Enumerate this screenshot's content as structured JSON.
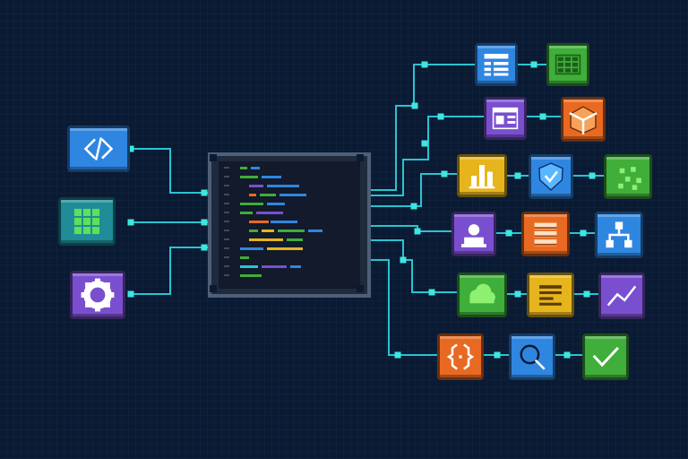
{
  "colors": {
    "background": "#0b1a33",
    "grid": "#13284a",
    "wire": "#29c4cf",
    "node_dot": "#3ee6e0",
    "code_panel": "#121a2b",
    "code_border": "#4e5f78",
    "blue": "#2f86e0",
    "green": "#3fae3a",
    "purple": "#7a4fcf",
    "orange": "#e86a22",
    "yellow": "#e6b51e",
    "teal": "#1f8c98",
    "code_line_colors": [
      "#3fae3a",
      "#2f86e0",
      "#7a4fcf",
      "#e86a22",
      "#e6b51e",
      "#2bc4d6"
    ]
  },
  "diagram": {
    "inputs": [
      {
        "name": "code-tag-icon",
        "color": "blue"
      },
      {
        "name": "grid-icon",
        "color": "teal"
      },
      {
        "name": "gear-icon",
        "color": "purple"
      }
    ],
    "outputs": [
      {
        "name": "table-icon",
        "color": "blue"
      },
      {
        "name": "spreadsheet-icon",
        "color": "green"
      },
      {
        "name": "layout-icon",
        "color": "purple"
      },
      {
        "name": "package-box-icon",
        "color": "orange"
      },
      {
        "name": "bar-chart-icon",
        "color": "yellow"
      },
      {
        "name": "shield-icon",
        "color": "blue"
      },
      {
        "name": "cluster-icon",
        "color": "green"
      },
      {
        "name": "user-icon",
        "color": "purple"
      },
      {
        "name": "database-icon",
        "color": "orange"
      },
      {
        "name": "network-icon",
        "color": "blue"
      },
      {
        "name": "cloud-icon",
        "color": "green"
      },
      {
        "name": "document-icon",
        "color": "yellow"
      },
      {
        "name": "trend-line-icon",
        "color": "purple"
      },
      {
        "name": "code-braces-icon",
        "color": "orange"
      },
      {
        "name": "search-icon",
        "color": "blue"
      },
      {
        "name": "checkmark-icon",
        "color": "green"
      }
    ]
  }
}
